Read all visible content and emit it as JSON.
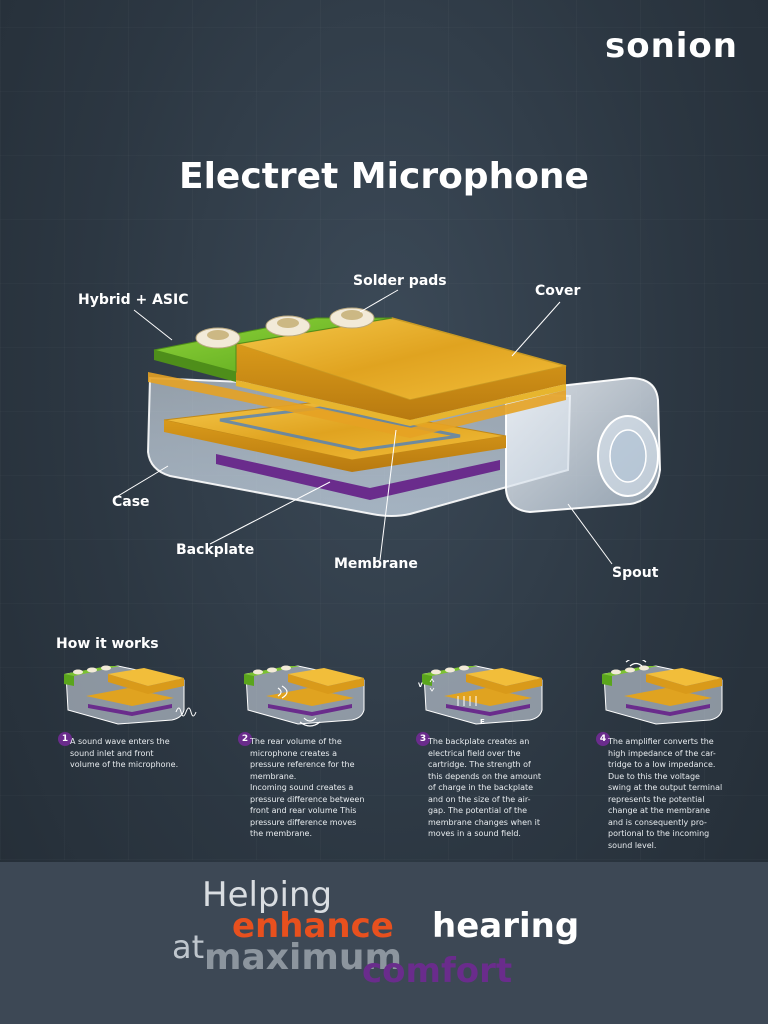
{
  "brand": {
    "logo_text": "sonion",
    "accent_color": "#e8501e",
    "purple_color": "#6a2c8c"
  },
  "title": "Electret Microphone",
  "diagram": {
    "labels": {
      "hybrid": "Hybrid + ASIC",
      "solder_pads": "Solder pads",
      "cover": "Cover",
      "case": "Case",
      "backplate": "Backplate",
      "membrane": "Membrane",
      "spout": "Spout"
    }
  },
  "how_it_works": {
    "title": "How it works",
    "steps": [
      {
        "number": "1",
        "text": "A sound wave enters the\nsound inlet and front\nvolume of the microphone."
      },
      {
        "number": "2",
        "text": "The rear volume of the\nmicrophone creates a\npressure reference for the\nmembrane.\nIncoming sound creates a\npressure difference between\nfront and rear volume This\npressure difference moves\nthe membrane."
      },
      {
        "number": "3",
        "text": "The backplate creates an\nelectrical field over the\ncartridge. The strength of\nthis depends on the amount\nof charge in the backplate\nand on the size of the air-\ngap. The potential of the\nmembrane changes when it\nmoves in a sound field.",
        "symbol_v": "V",
        "symbol_e": "E"
      },
      {
        "number": "4",
        "text": "The amplifier converts the\nhigh impedance of the car-\ntridge to a low impedance.\nDue to this the voltage\nswing at the output terminal\nrepresents the potential\nchange at the membrane\nand is consequently pro-\nportional to the incoming\nsound level."
      }
    ]
  },
  "footer": {
    "helping": "Helping",
    "enhance": "enhance",
    "hearing": "hearing",
    "at": "at",
    "maximum": "maximum",
    "comfort": "comfort"
  }
}
